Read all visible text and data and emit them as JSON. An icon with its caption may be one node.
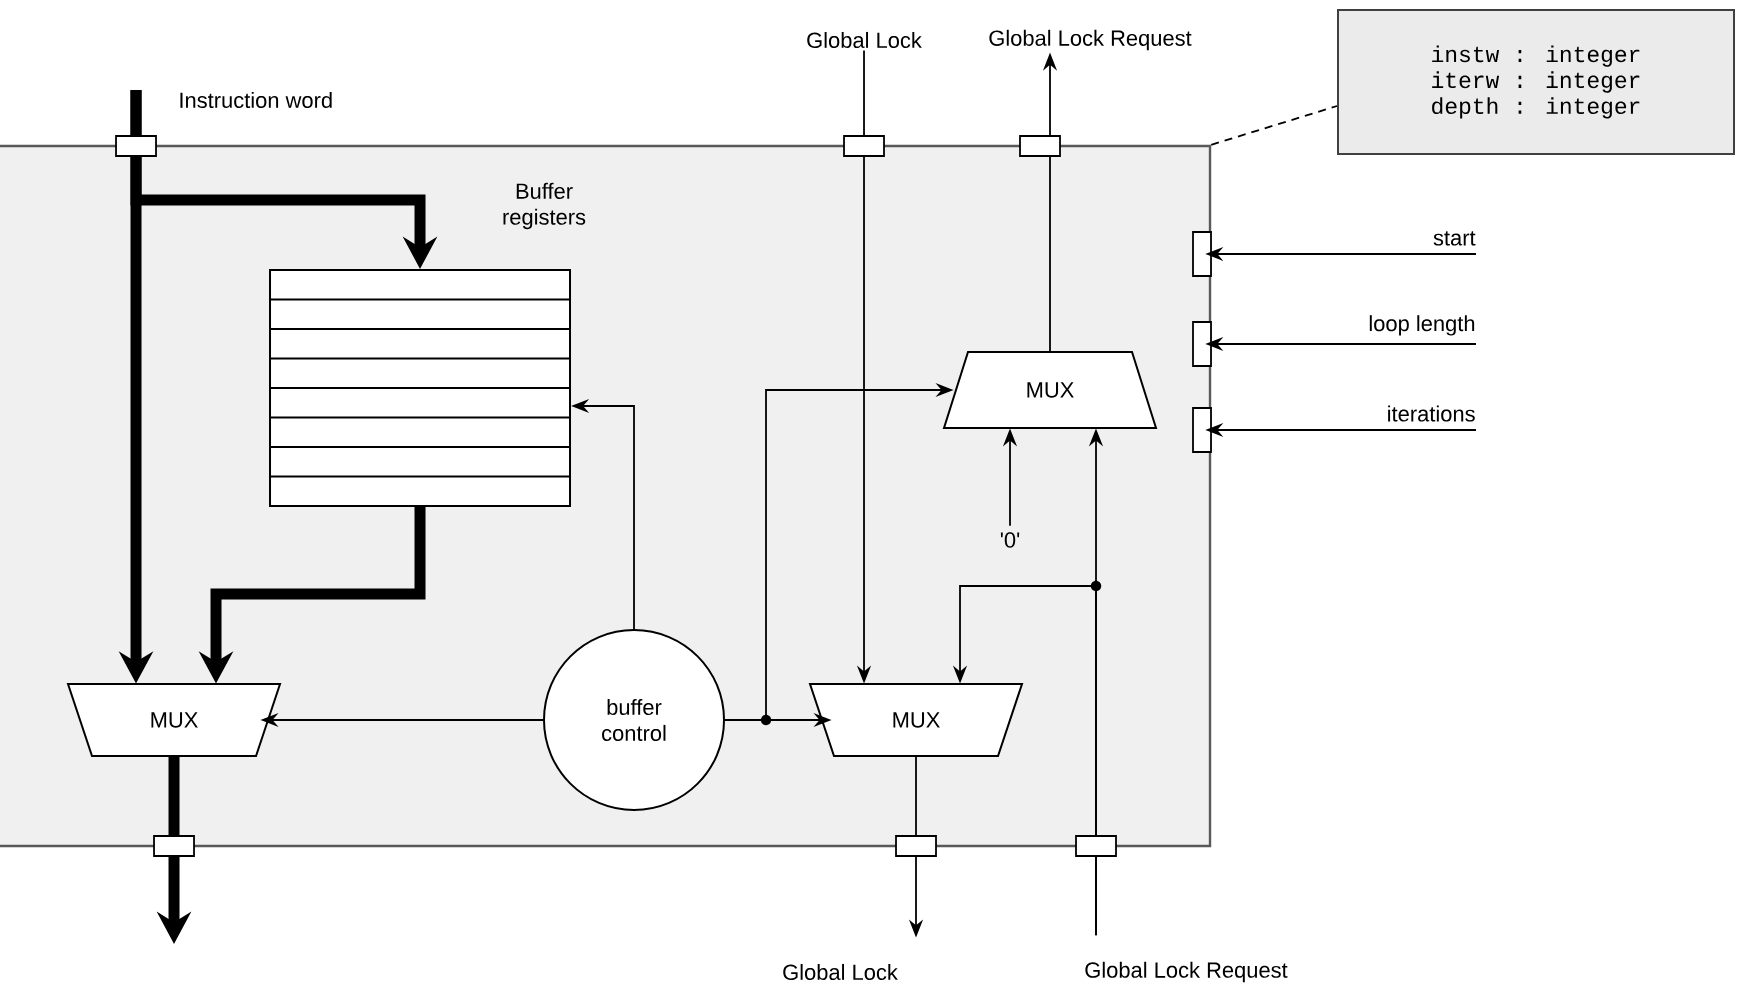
{
  "diagram": {
    "nodes": [
      {
        "text": [],
        "shape": "box"
      },
      {
        "text": [
          "Buffer registers"
        ],
        "in": 0
      },
      {
        "text": [
          "MUX"
        ],
        "in": 0
      },
      {
        "text": [
          "buffer control"
        ],
        "in": 0
      },
      {
        "text": [
          "MUX"
        ],
        "in": 0
      },
      {
        "text": [
          "MUX"
        ],
        "in": 0
      },
      {
        "text": [
          "'0'"
        ],
        "in": 0
      },
      {
        "text": [
          "Instruction word"
        ]
      },
      {
        "text": [
          "Global Lock"
        ]
      },
      {
        "text": [
          "Global Lock Request"
        ]
      },
      {
        "text": [
          "start"
        ]
      },
      {
        "text": [
          "loop length"
        ]
      },
      {
        "text": [
          "iterations"
        ]
      },
      {
        "text": [
          "Global Lock"
        ]
      },
      {
        "text": [
          "Global Lock Request"
        ]
      },
      {
        "text": [
          "instw : integer",
          "iterw : integer",
          "depth : integer"
        ]
      }
    ],
    "edges": [
      {
        "from": 7,
        "to": 2,
        "arrow": "to",
        "style": "thick"
      },
      {
        "from": 7,
        "to": 1,
        "arrow": "to",
        "style": "thick"
      },
      {
        "from": 1,
        "to": 2,
        "arrow": "to",
        "style": "thick"
      },
      {
        "from": 2,
        "to": null,
        "arrow": "to",
        "style": "thick"
      },
      {
        "from": 3,
        "to": 2,
        "arrow": "to"
      },
      {
        "from": 3,
        "to": 1,
        "arrow": "to"
      },
      {
        "from": 3,
        "to": 5,
        "arrow": "to"
      },
      {
        "from": 3,
        "to": 4,
        "arrow": "to"
      },
      {
        "from": 6,
        "to": 4,
        "arrow": "to"
      },
      {
        "from": 8,
        "to": 5,
        "arrow": "to"
      },
      {
        "from": 4,
        "to": 9,
        "arrow": "to"
      },
      {
        "from": 14,
        "to": 4,
        "arrow": "to"
      },
      {
        "from": 14,
        "to": 5,
        "arrow": "to"
      },
      {
        "from": 5,
        "to": 13,
        "arrow": "to"
      },
      {
        "from": 10,
        "to": 0,
        "arrow": "to"
      },
      {
        "from": 11,
        "to": 0,
        "arrow": "to"
      },
      {
        "from": 12,
        "to": 0,
        "arrow": "to"
      },
      {
        "from": 0,
        "to": 15,
        "arrow": "none",
        "style": "dashed"
      }
    ]
  }
}
